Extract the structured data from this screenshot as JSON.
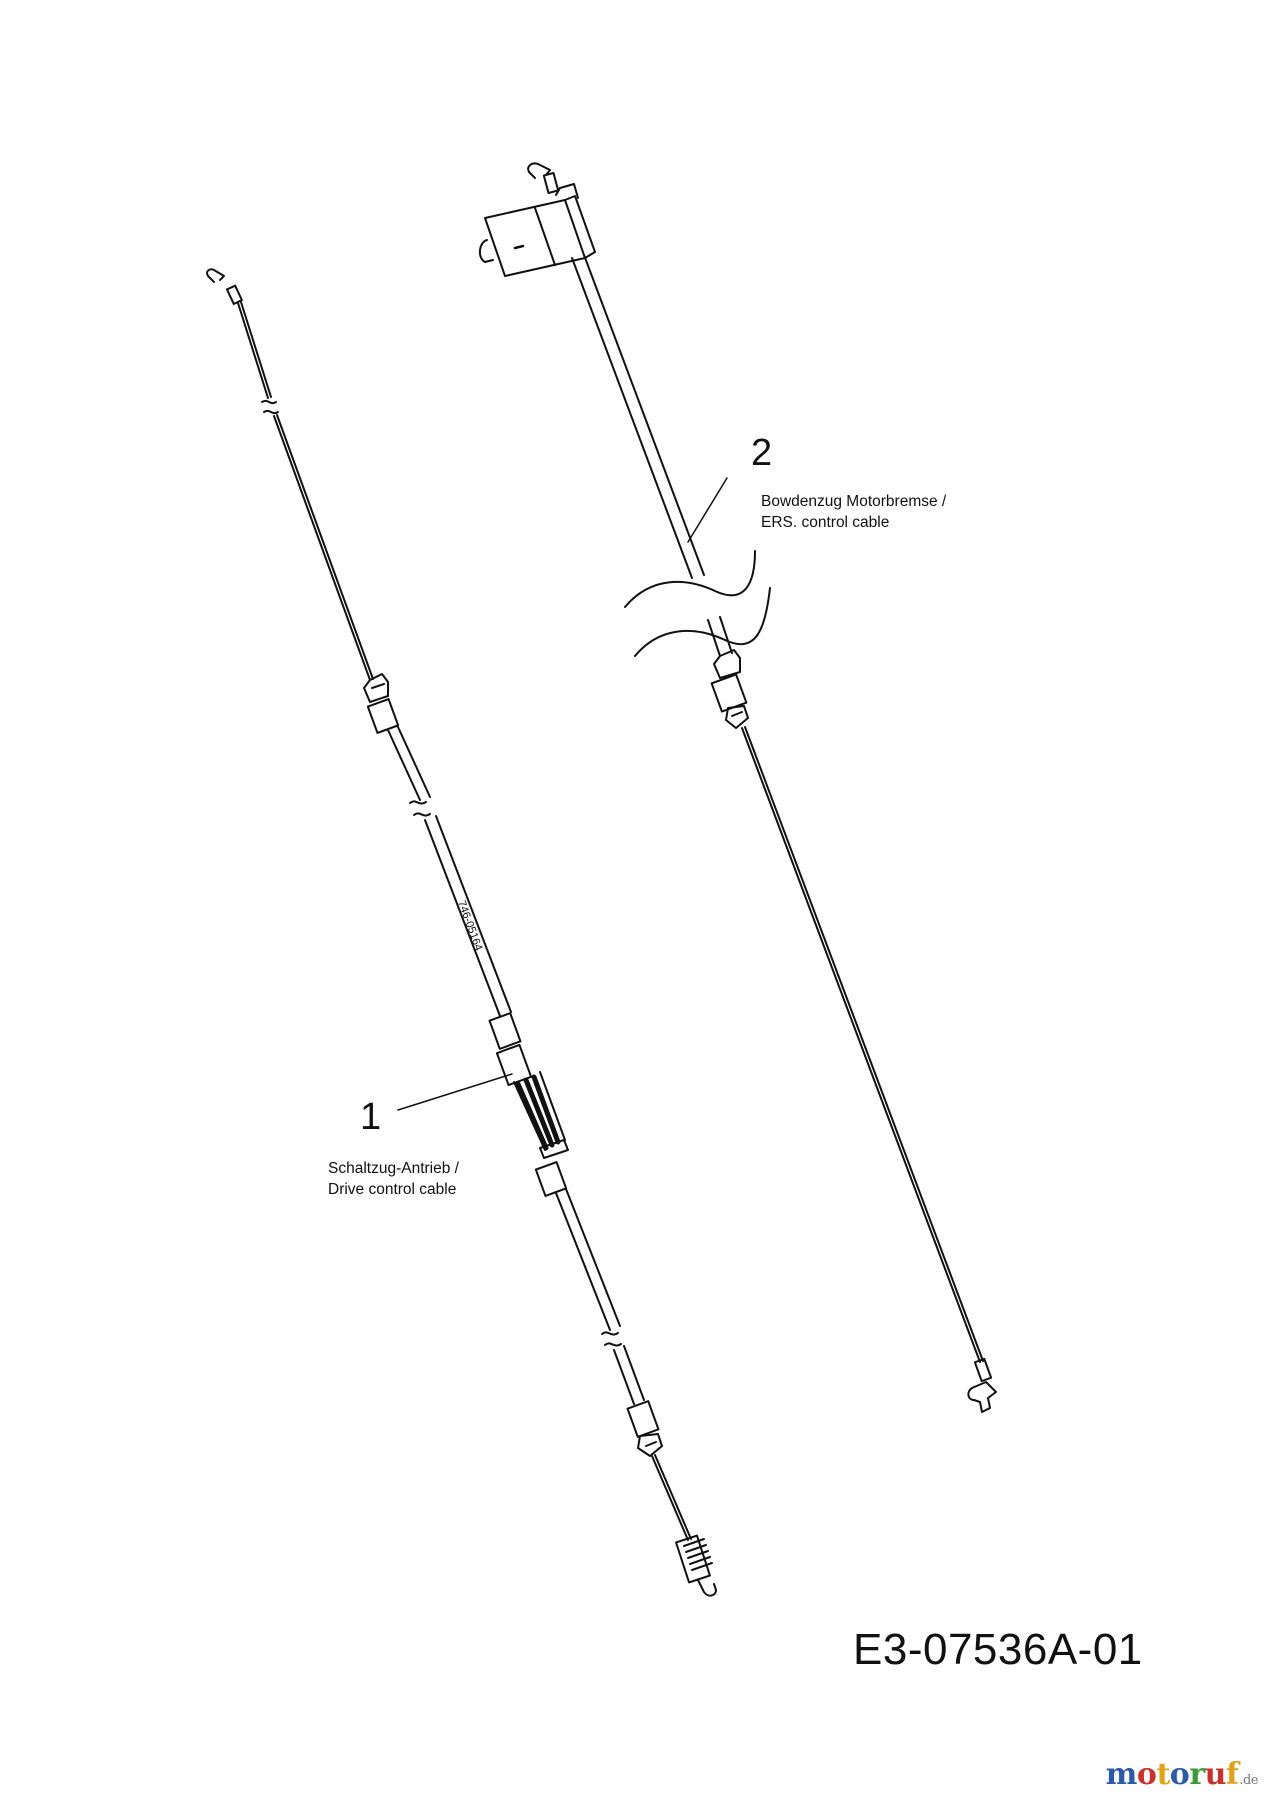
{
  "callouts": [
    {
      "number": "1",
      "desc_line1": "Schaltzug-Antrieb /",
      "desc_line2": "Drive control cable"
    },
    {
      "number": "2",
      "desc_line1": "Bowdenzug Motorbremse /",
      "desc_line2": "ERS. control cable"
    }
  ],
  "cable_marking": "746-05164",
  "diagram_code": "E3-07536A-01",
  "brand": {
    "letters": [
      "m",
      "o",
      "t",
      "o",
      "r",
      "u",
      "f"
    ],
    "letter_colors": [
      "#2a5aa8",
      "#c8322c",
      "#e0a21c",
      "#2a5aa8",
      "#3a9a3a",
      "#c8322c",
      "#e0a21c"
    ],
    "tld": ".de"
  }
}
